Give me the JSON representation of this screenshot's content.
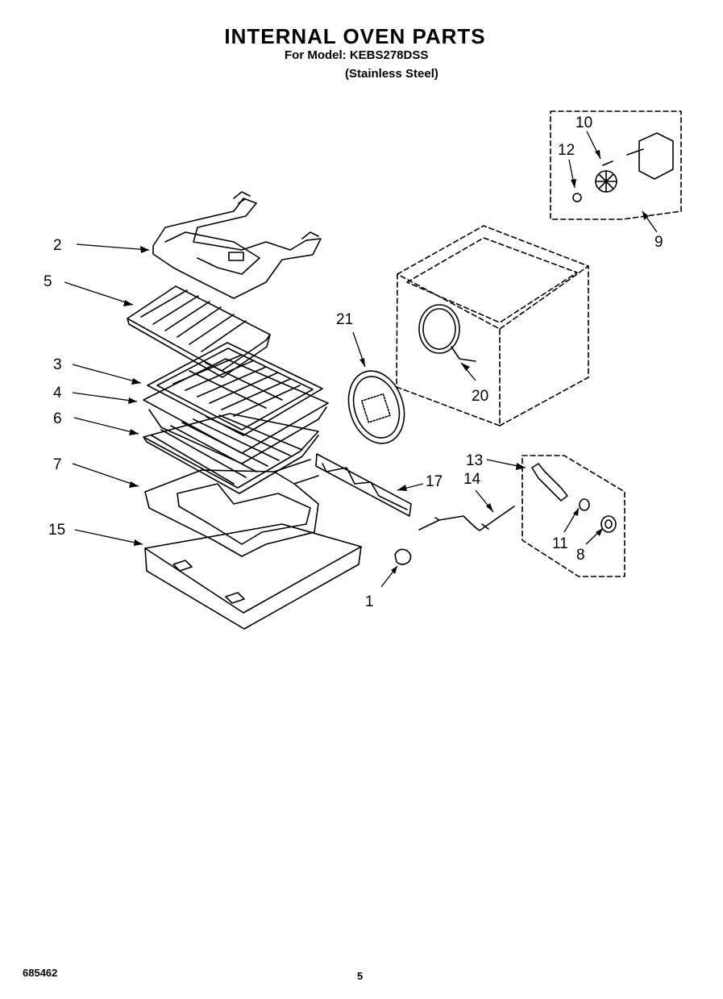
{
  "header": {
    "title": "INTERNAL OVEN PARTS",
    "model_line": "For Model: KEBS278DSS",
    "variant": "(Stainless Steel)"
  },
  "footer": {
    "doc_number": "685462",
    "page_number": "5"
  },
  "callouts": [
    "1",
    "2",
    "3",
    "4",
    "5",
    "6",
    "7",
    "8",
    "9",
    "10",
    "11",
    "12",
    "13",
    "14",
    "15",
    "17",
    "20",
    "21"
  ]
}
